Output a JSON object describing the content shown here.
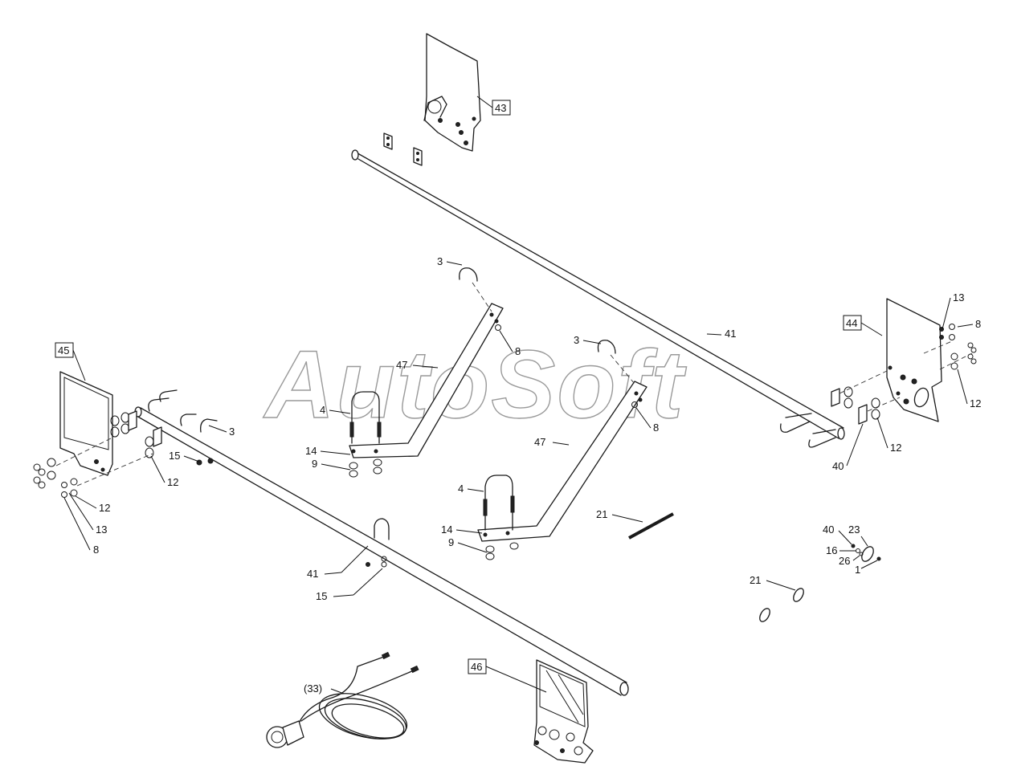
{
  "watermark": "AutoSoft",
  "callouts": {
    "c43": "43",
    "c44": "44",
    "c45": "45",
    "c46": "46",
    "c3a": "3",
    "c3b": "3",
    "c3c": "3",
    "c8a": "8",
    "c8b": "8",
    "c8c": "8",
    "c8d": "8",
    "c41a": "41",
    "c41b": "41",
    "c47a": "47",
    "c47b": "47",
    "c13a": "13",
    "c13b": "13",
    "c12a": "12",
    "c12b": "12",
    "c12c": "12",
    "c12d": "12",
    "c40a": "40",
    "c40b": "40",
    "c4a": "4",
    "c4b": "4",
    "c14a": "14",
    "c14b": "14",
    "c9a": "9",
    "c9b": "9",
    "c15a": "15",
    "c15b": "15",
    "c21a": "21",
    "c21b": "21",
    "c23": "23",
    "c16": "16",
    "c26": "26",
    "c1": "1",
    "c33": "(33)"
  }
}
